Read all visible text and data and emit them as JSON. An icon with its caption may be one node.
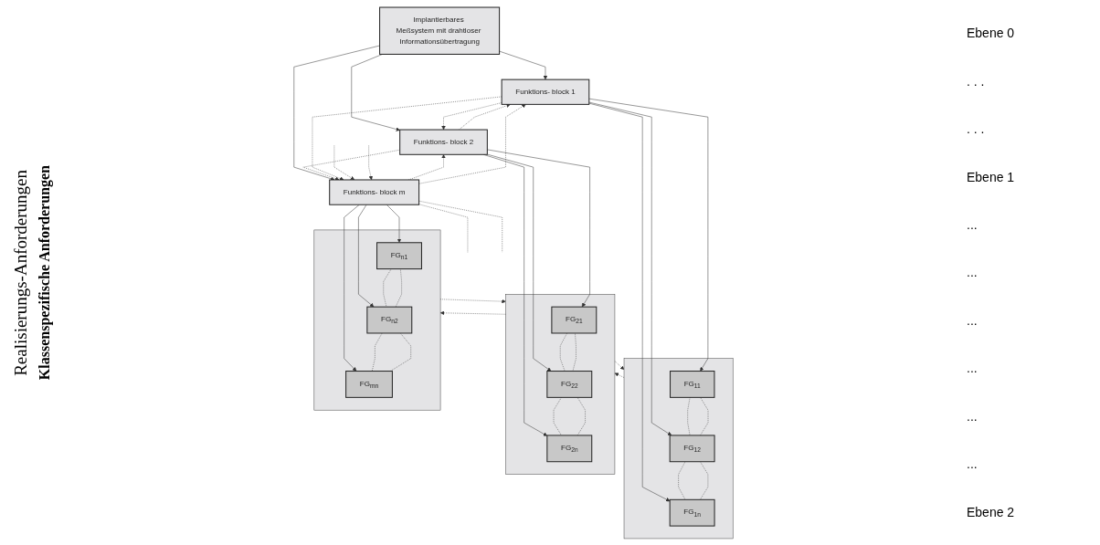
{
  "diagram": {
    "nodes": [
      {
        "text": [
          "Implantierbares Meßsystem mit drahtloser Informationsübertragung"
        ]
      },
      {
        "text": [
          "Funktions- block 1"
        ]
      },
      {
        "text": [
          "Funktions- block 2"
        ]
      },
      {
        "text": [
          "Funktions- block m"
        ]
      },
      {
        "text": [],
        "shape": "box"
      },
      {
        "text": [
          "FG$_{11}$"
        ],
        "in": 4
      },
      {
        "text": [
          "FG$_{12}$"
        ],
        "in": 4
      },
      {
        "text": [
          "FG$_{1n}$"
        ],
        "in": 4
      },
      {
        "text": [],
        "shape": "box"
      },
      {
        "text": [
          "FG$_{21}$"
        ],
        "in": 8
      },
      {
        "text": [
          "FG$_{22}$"
        ],
        "in": 8
      },
      {
        "text": [
          "FG$_{2n}$"
        ],
        "in": 8
      },
      {
        "text": [],
        "shape": "box"
      },
      {
        "text": [
          "FG$_{n1}$"
        ],
        "in": 12
      },
      {
        "text": [
          "FG$_{n2}$"
        ],
        "in": 12
      },
      {
        "text": [
          "FG$_{mn}$"
        ],
        "in": 12
      }
    ],
    "edges": [
      {
        "from": 0,
        "to": 1,
        "arrow": "to"
      },
      {
        "from": 0,
        "to": 2,
        "arrow": "to"
      },
      {
        "from": 0,
        "to": 3,
        "arrow": "to"
      },
      {
        "from": 1,
        "to": 2,
        "arrow": "to",
        "style": "dashed"
      },
      {
        "from": 2,
        "to": 1,
        "arrow": "to",
        "style": "dashed"
      },
      {
        "from": 2,
        "to": 3,
        "arrow": "to",
        "style": "dashed"
      },
      {
        "from": 3,
        "to": 2,
        "arrow": "to",
        "style": "dashed"
      },
      {
        "from": 3,
        "to": 1,
        "arrow": "to",
        "style": "dashed"
      },
      {
        "from": 1,
        "to": 3,
        "arrow": "to",
        "style": "dashed"
      },
      {
        "from": null,
        "to": 3,
        "arrow": "to",
        "style": "dashed"
      },
      {
        "from": null,
        "to": 3,
        "arrow": "to",
        "style": "dashed"
      },
      {
        "from": 3,
        "to": null,
        "arrow": "none",
        "style": "dashed"
      },
      {
        "from": 3,
        "to": null,
        "arrow": "none",
        "style": "dashed"
      },
      {
        "from": 1,
        "to": 5,
        "arrow": "to"
      },
      {
        "from": 1,
        "to": 6,
        "arrow": "to"
      },
      {
        "from": 1,
        "to": 7,
        "arrow": "to"
      },
      {
        "from": 2,
        "to": 9,
        "arrow": "to"
      },
      {
        "from": 2,
        "to": 10,
        "arrow": "to"
      },
      {
        "from": 2,
        "to": 11,
        "arrow": "to"
      },
      {
        "from": 3,
        "to": 13,
        "arrow": "to"
      },
      {
        "from": 3,
        "to": 14,
        "arrow": "to"
      },
      {
        "from": 3,
        "to": 15,
        "arrow": "to"
      },
      {
        "from": 5,
        "to": 6,
        "arrow": "none",
        "style": "dashed"
      },
      {
        "from": 6,
        "to": 5,
        "arrow": "none",
        "style": "dashed"
      },
      {
        "from": 6,
        "to": 7,
        "arrow": "none",
        "style": "dashed"
      },
      {
        "from": 7,
        "to": 6,
        "arrow": "none",
        "style": "dashed"
      },
      {
        "from": 9,
        "to": 10,
        "arrow": "none",
        "style": "dashed"
      },
      {
        "from": 10,
        "to": 9,
        "arrow": "none",
        "style": "dashed"
      },
      {
        "from": 10,
        "to": 11,
        "arrow": "none",
        "style": "dashed"
      },
      {
        "from": 11,
        "to": 10,
        "arrow": "none",
        "style": "dashed"
      },
      {
        "from": 13,
        "to": 14,
        "arrow": "none",
        "style": "dashed"
      },
      {
        "from": 14,
        "to": 13,
        "arrow": "none",
        "style": "dashed"
      },
      {
        "from": 14,
        "to": 15,
        "arrow": "none",
        "style": "dashed"
      },
      {
        "from": 15,
        "to": 14,
        "arrow": "none",
        "style": "dashed"
      },
      {
        "from": 4,
        "to": 8,
        "arrow": "to",
        "style": "dashed"
      },
      {
        "from": 8,
        "to": 4,
        "arrow": "to",
        "style": "dashed"
      },
      {
        "from": 8,
        "to": 12,
        "arrow": "to",
        "style": "dashed"
      },
      {
        "from": 12,
        "to": 8,
        "arrow": "to",
        "style": "dashed"
      }
    ],
    "labels": [
      "Realisierungs-Anforderungen",
      "Klassenspezifische Anforderungen",
      "Ebene 0",
      ". . .",
      ". . .",
      "Ebene 1",
      "...",
      "...",
      "...",
      "...",
      "...",
      "...",
      "Ebene 2"
    ]
  }
}
